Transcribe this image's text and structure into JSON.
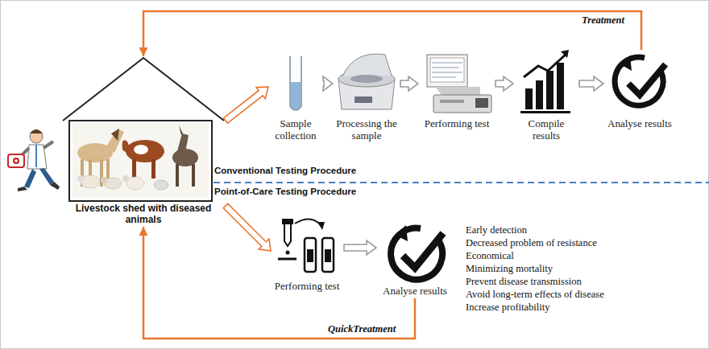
{
  "diagram": {
    "nodes": [
      {
        "text": [
          "Livestock shed with diseased animals"
        ]
      },
      {
        "text": [
          "Sample collection"
        ]
      },
      {
        "text": [
          "Processing the sample"
        ]
      },
      {
        "text": [
          "Performing test"
        ]
      },
      {
        "text": [
          "Compile results"
        ]
      },
      {
        "text": [
          "Analyse results"
        ]
      },
      {
        "text": [
          "Performing test"
        ]
      },
      {
        "text": [
          "Analyse results"
        ]
      }
    ],
    "edges": [
      {
        "from": 0,
        "to": 1,
        "arrow": "to"
      },
      {
        "from": 1,
        "to": 2,
        "arrow": "to"
      },
      {
        "from": 2,
        "to": 3,
        "arrow": "to"
      },
      {
        "from": 3,
        "to": 4,
        "arrow": "to"
      },
      {
        "from": 4,
        "to": 5,
        "arrow": "to"
      },
      {
        "from": 5,
        "to": 0,
        "label": "Treatment",
        "arrow": "to"
      },
      {
        "from": 0,
        "to": 6,
        "arrow": "to"
      },
      {
        "from": 6,
        "to": 7,
        "arrow": "to"
      },
      {
        "from": 7,
        "to": 0,
        "label": "QuickTreatment",
        "arrow": "to"
      }
    ],
    "labels": [
      "Conventional Testing Procedure",
      "Point-of-Care Testing Procedure",
      "Early detection",
      "Decreased problem of resistance",
      "Economical",
      "Minimizing mortality",
      "Prevent disease transmission",
      "Avoid long-term effects of disease",
      "Increase profitability"
    ]
  }
}
